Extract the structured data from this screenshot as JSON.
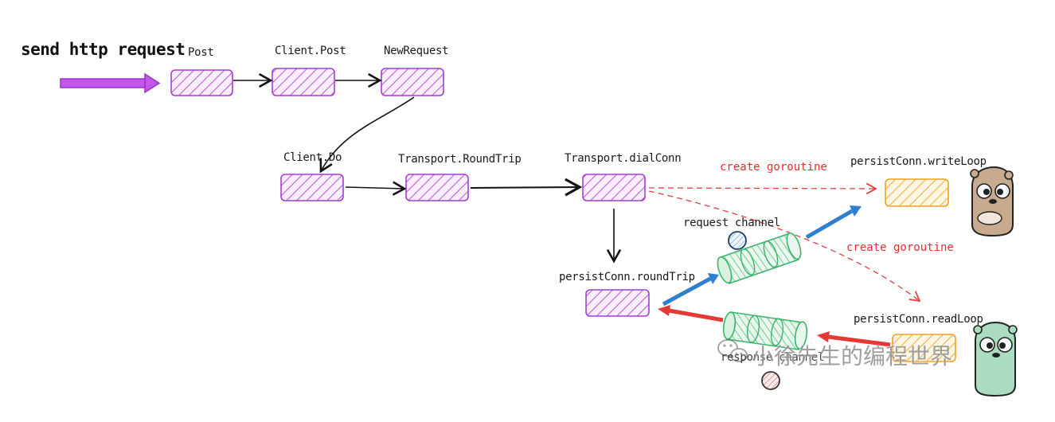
{
  "title": "send http request",
  "nodes": [
    {
      "id": "post",
      "label": "Post",
      "color": "#9b3fc9",
      "fill": "#e8c8f5"
    },
    {
      "id": "client-post",
      "label": "Client.Post",
      "color": "#9b3fc9",
      "fill": "#e8c8f5"
    },
    {
      "id": "new-request",
      "label": "NewRequest",
      "color": "#9b3fc9",
      "fill": "#e8c8f5"
    },
    {
      "id": "client-do",
      "label": "Client.Do",
      "color": "#9b3fc9",
      "fill": "#e8c8f5"
    },
    {
      "id": "round-trip",
      "label": "Transport.RoundTrip",
      "color": "#9b3fc9",
      "fill": "#e8c8f5"
    },
    {
      "id": "dial-conn",
      "label": "Transport.dialConn",
      "color": "#9b3fc9",
      "fill": "#e8c8f5"
    },
    {
      "id": "pc-round-trip",
      "label": "persistConn.roundTrip",
      "color": "#9b3fc9",
      "fill": "#e8c8f5"
    },
    {
      "id": "write-loop",
      "label": "persistConn.writeLoop",
      "color": "#f0a020",
      "fill": "#fde2b0"
    },
    {
      "id": "read-loop",
      "label": "persistConn.readLoop",
      "color": "#f0a020",
      "fill": "#fde2b0"
    }
  ],
  "annotations": {
    "create_goroutine_1": "create goroutine",
    "create_goroutine_2": "create goroutine",
    "request_channel": "request channel",
    "response_channel": "response channel"
  },
  "colors": {
    "purple": "#b54ee0",
    "blue": "#2f7fd0",
    "red": "#e53935",
    "channel_green": "#3bb36a",
    "dashed_red": "#e04040"
  },
  "watermark": "小徐先生的编程世界",
  "icons": [
    "gopher-icon",
    "gopher-icon",
    "wechat-icon"
  ]
}
